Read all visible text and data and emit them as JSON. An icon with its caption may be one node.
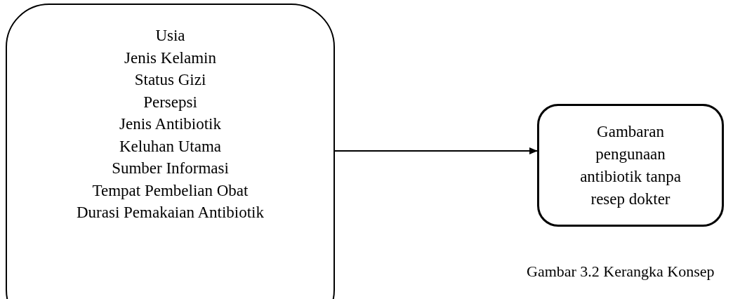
{
  "diagram": {
    "caption": "Gambar 3.2 Kerangka Konsep",
    "nodes": [
      {
        "text": [
          "Usia",
          "Jenis Kelamin",
          "Status Gizi",
          "Persepsi",
          "Jenis Antibiotik",
          "Keluhan Utama",
          "Sumber Informasi",
          "Tempat Pembelian Obat",
          "Durasi Pemakaian Antibiotik"
        ]
      },
      {
        "text": [
          "Gambaran pengunaan antibiotik tanpa resep dokter"
        ]
      }
    ],
    "edges": [
      {
        "from": 0,
        "to": 1,
        "arrow": "to"
      }
    ]
  }
}
